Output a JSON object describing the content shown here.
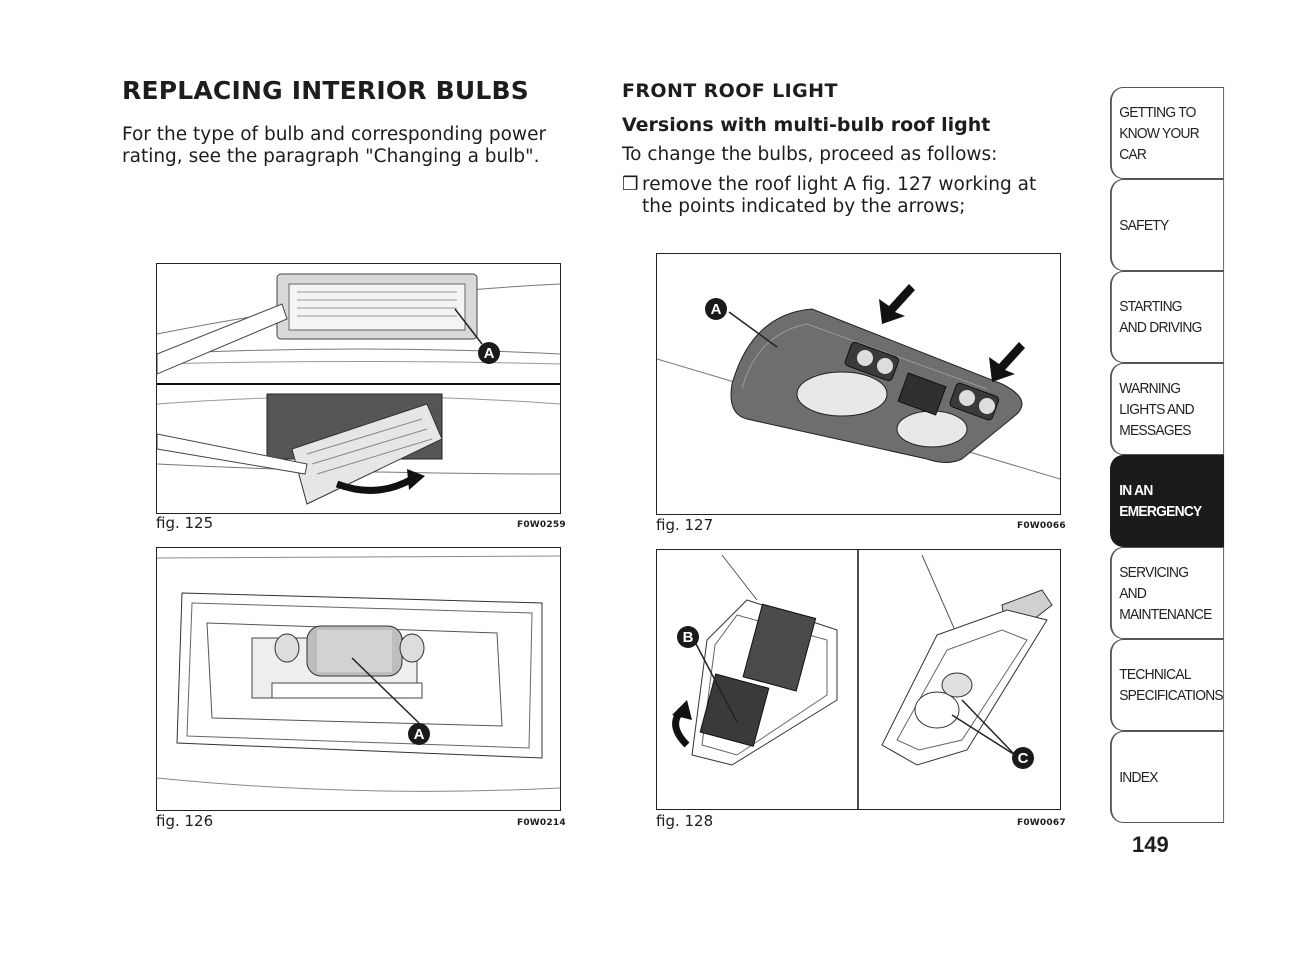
{
  "left": {
    "heading": "REPLACING INTERIOR BULBS",
    "text": "For the type of bulb and corresponding power rating, see the paragraph \"Changing a bulb\"."
  },
  "right": {
    "heading": "FRONT ROOF LIGHT",
    "subheading": "Versions with multi-bulb roof light",
    "intro": "To change the bulbs, proceed as follows:",
    "bullets": [
      {
        "mark": "❒",
        "text": "remove the roof light A fig. 127 working at the points indicated by the arrows;"
      }
    ]
  },
  "figures": {
    "fig125": {
      "caption": "fig. 125",
      "code": "F0W0259",
      "callouts": [
        "A"
      ]
    },
    "fig126": {
      "caption": "fig. 126",
      "code": "F0W0214",
      "callouts": [
        "A"
      ]
    },
    "fig127": {
      "caption": "fig. 127",
      "code": "F0W0066",
      "callouts": [
        "A"
      ]
    },
    "fig128": {
      "caption": "fig. 128",
      "code": "F0W0067",
      "callouts": [
        "B",
        "C"
      ]
    }
  },
  "nav": {
    "tabs": [
      {
        "label": "GETTING TO KNOW YOUR CAR",
        "active": false
      },
      {
        "label": "SAFETY",
        "active": false
      },
      {
        "label": "STARTING AND DRIVING",
        "active": false
      },
      {
        "label": "WARNING LIGHTS AND MESSAGES",
        "active": false
      },
      {
        "label": "IN AN EMERGENCY",
        "active": true
      },
      {
        "label": "SERVICING AND MAINTENANCE",
        "active": false
      },
      {
        "label": "TECHNICAL SPECIFICATIONS",
        "active": false
      },
      {
        "label": "INDEX",
        "active": false
      }
    ]
  },
  "page_number": "149"
}
